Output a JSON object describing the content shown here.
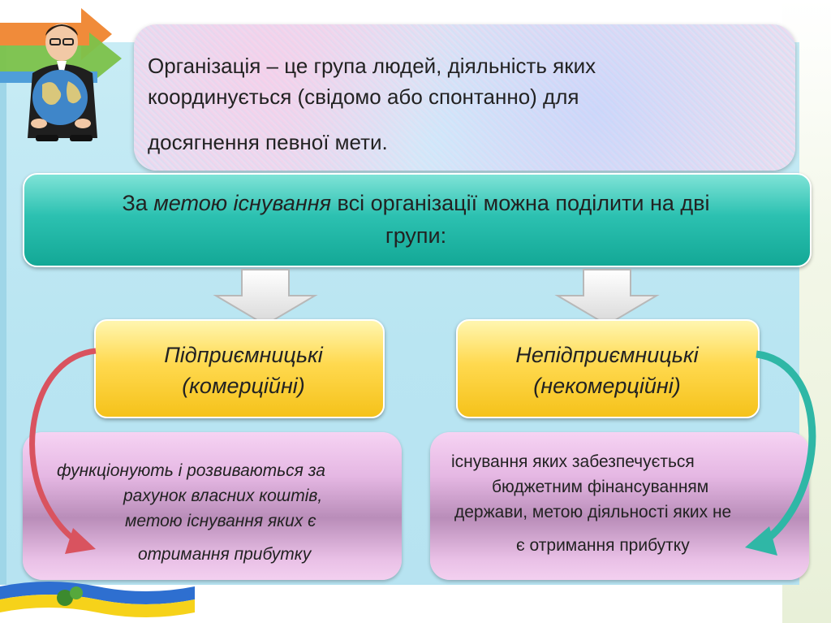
{
  "definition": {
    "line1": "Організація – це група людей, діяльність яких",
    "line2": "координується (свідомо або спонтанно) для",
    "line3": "досягнення певної мети."
  },
  "classification": {
    "prefix": "За ",
    "emphasis": "метою існування",
    "rest_line1": " всі організації можна поділити на дві",
    "line2": "групи:"
  },
  "groups": [
    {
      "title_line1": "Підприємницькі",
      "title_line2": "(комерційні)",
      "description": [
        "функціонують і розвиваються за",
        "рахунок власних коштів,",
        "метою існування яких є",
        "отримання прибутку"
      ]
    },
    {
      "title_line1": "Непідприємницькі",
      "title_line2": "(некомерційні)",
      "description": [
        "існування яких забезпечується",
        "бюджетним фінансуванням",
        "держави, метою діяльності яких не",
        "є отримання прибутку"
      ]
    }
  ],
  "colors": {
    "panel": "#b9e5f2",
    "teal": "#2cc1b1",
    "yellow": "#ffd94f",
    "pink": "#e5b7e3",
    "curve_left": "#d9535f",
    "curve_right": "#2fb7a6"
  }
}
